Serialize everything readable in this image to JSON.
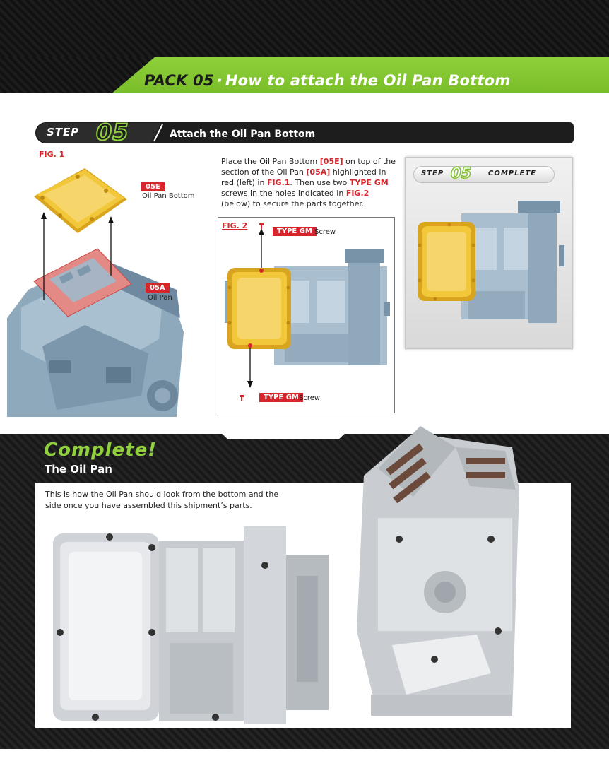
{
  "header": {
    "pack_label": "PACK 05",
    "separator": "·",
    "title": "How to attach the Oil Pan Bottom"
  },
  "step": {
    "word": "STEP",
    "number": "05",
    "title": "Attach the Oil Pan Bottom"
  },
  "fig1": {
    "label": "FIG. 1",
    "part_top": {
      "code": "05E",
      "name": "Oil Pan Bottom"
    },
    "part_bottom": {
      "code": "05A",
      "name": "Oil Pan"
    }
  },
  "instructions": {
    "t1": "Place the Oil Pan Bottom ",
    "code1": "[05E]",
    "t2": " on top of the section of the Oil Pan ",
    "code2": "[05A]",
    "t3": " highlighted in red (left) in ",
    "fig1": "FIG.1",
    "t4": ". Then use two ",
    "type": "TYPE GM",
    "t5": " screws in the holes indicated in ",
    "fig2": "FIG.2",
    "t6": " (below) to secure the parts together."
  },
  "fig2": {
    "label": "FIG. 2",
    "screw_top": {
      "type": "TYPE GM",
      "name": "Screw"
    },
    "screw_bottom": {
      "type": "TYPE GM",
      "name": "Screw"
    }
  },
  "step_complete": {
    "word": "STEP",
    "number": "05",
    "status": "COMPLETE"
  },
  "complete_section": {
    "title": "Complete!",
    "subtitle": "The Oil Pan",
    "description": "This is how the Oil Pan should look from the bottom and the side once you have assembled this shipment’s parts."
  },
  "colors": {
    "accent_green": "#8fd13a",
    "label_red": "#d6252b",
    "oil_pan_yellow": "#f2c83a",
    "engine_blue": "#9fb6c8",
    "dark_bg": "#1a1a1a"
  }
}
